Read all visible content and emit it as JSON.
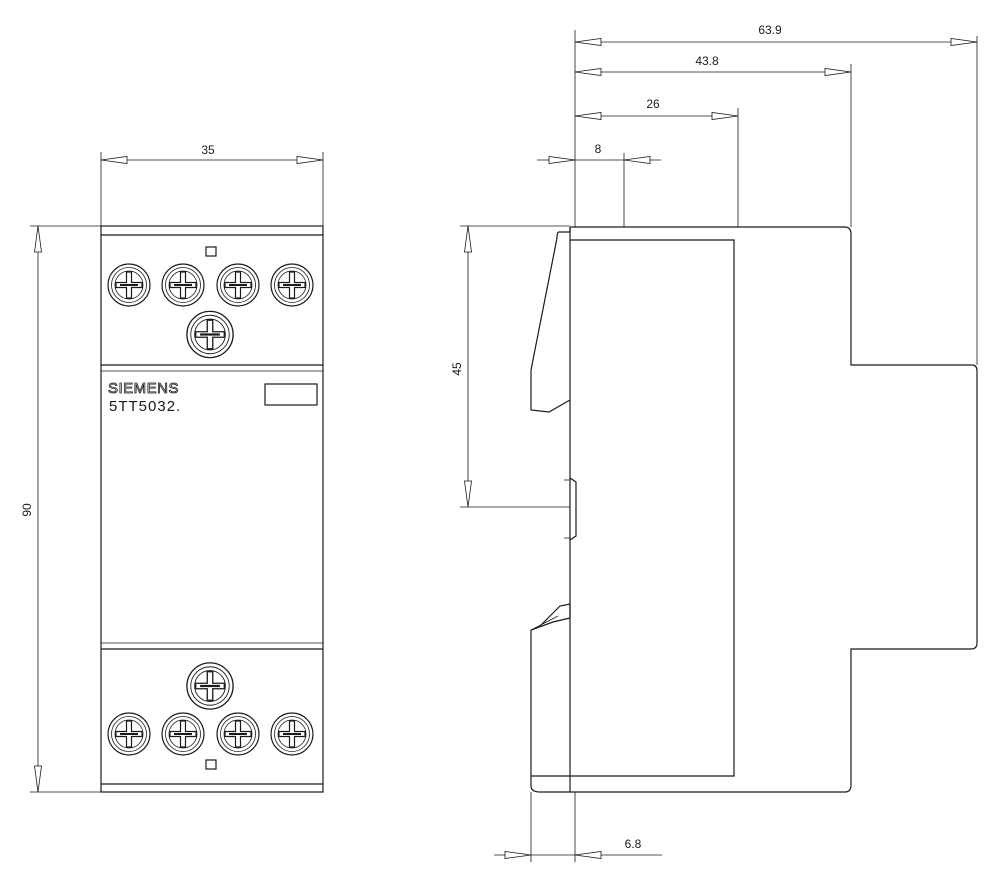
{
  "front_view": {
    "brand": "SIEMENS",
    "model": "5TT5032.",
    "width_label": "35",
    "height_label": "90"
  },
  "side_view": {
    "depth_total_label": "63.9",
    "depth_front_label": "43.8",
    "depth_mid_label": "26",
    "depth_small_label": "8",
    "rail_height_label": "45",
    "offset_label": "6.8"
  }
}
